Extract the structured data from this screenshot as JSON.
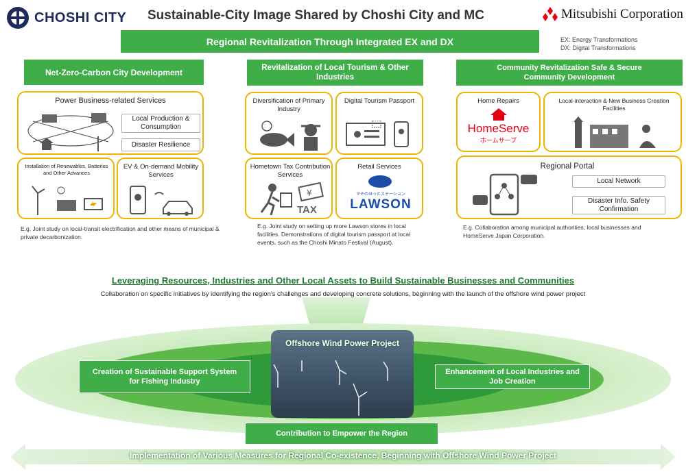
{
  "header": {
    "left_logo": "CHOSHI CITY",
    "title": "Sustainable-City Image Shared by Choshi City and MC",
    "right_logo": "Mitsubishi Corporation"
  },
  "top_banner": "Regional Revitalization Through Integrated EX and DX",
  "legend": {
    "ex": "EX: Energy Transformations",
    "dx": "DX: Digital Transformations"
  },
  "columns": {
    "left": {
      "heading": "Net-Zero-Carbon City Development",
      "power_title": "Power Business-related Services",
      "pill_local": "Local Production & Consumption",
      "pill_disaster": "Disaster Resilience",
      "renewables_title": "Installation of Renewables, Batteries and Other Advances",
      "ev_title": "EV & On-demand Mobility Services",
      "note": "E.g. Joint study on local-transit electrification and other means of municipal & private decarbonization."
    },
    "middle": {
      "heading": "Revitalization of Local Tourism & Other Industries",
      "diversification_title": "Diversification of Primary Industry",
      "digital_title": "Digital Tourism Passport",
      "hometown_title": "Hometown Tax Contribution Services",
      "tax_label": "TAX",
      "retail_title": "Retail Services",
      "lawson_label": "LAWSON",
      "lawson_sub": "マチのほっとステーション",
      "note": "E.g. Joint study on setting up more Lawson stores in local facilities. Demonstrations of digital tourism passport at local events, such as the Choshi Minato Festival (August)."
    },
    "right": {
      "heading": "Community Revitalization Safe & Secure Community Development",
      "home_repairs_title": "Home Repairs",
      "homeserve_label": "HomeServe",
      "homeserve_jp": "ホームサーブ",
      "facilities_title": "Local-interaction & New Business Creation Facilities",
      "portal_title": "Regional Portal",
      "pill_network": "Local Network",
      "pill_disaster": "Disaster Info. Safety Confirmation",
      "note": "E.g. Collaboration among municipal authorities, local businesses and HomeServe Japan Corporation."
    }
  },
  "leverage_heading": "Leveraging Resources, Industries and Other Local Assets to Build Sustainable Businesses and Communities",
  "leverage_sub": "Collaboration on specific initiatives by identifying the region's challenges and developing concrete solutions, beginning with the launch of the offshore wind power project",
  "wind_title": "Offshore Wind Power Project",
  "left_oval_box": "Creation of Sustainable Support System for Fishing Industry",
  "right_oval_box": "Enhancement of Local Industries and Job Creation",
  "contribution": "Contribution to Empower the Region",
  "bottom_arrow": "Implementation of Various Measures for Regional Co-existence, Beginning with Offshore Wind Power Project",
  "colors": {
    "green": "#3fae49",
    "gold": "#f0b400",
    "dark_green": "#1f7a2f",
    "red": "#e60012"
  }
}
